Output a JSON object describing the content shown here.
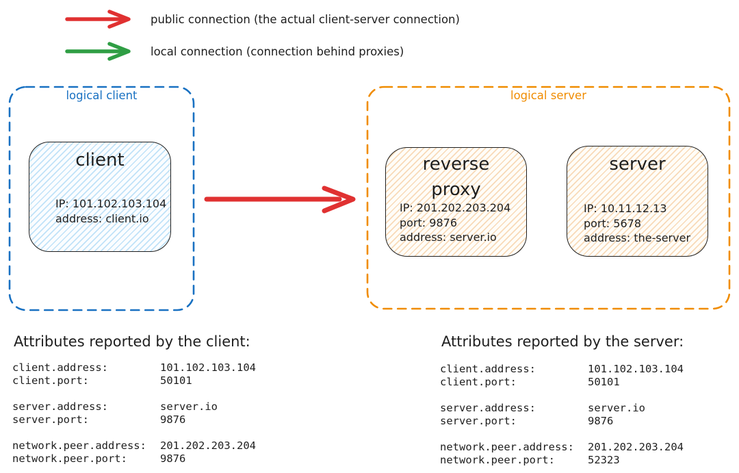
{
  "colors": {
    "public_connection": "#e03131",
    "local_connection": "#2f9e44",
    "logical_client_border": "#1971c2",
    "logical_server_border": "#f08c00",
    "node_stroke": "#1e1e1e"
  },
  "legend": {
    "items": [
      {
        "name": "public-connection",
        "arrow_color": "#e03131",
        "label": "public connection (the actual client-server connection)"
      },
      {
        "name": "local-connection",
        "arrow_color": "#2f9e44",
        "label": "local connection (connection behind proxies)"
      }
    ]
  },
  "diagram": {
    "client_group": {
      "label": "logical client",
      "client_node": {
        "title": "client",
        "lines": [
          "IP: 101.102.103.104",
          "address: client.io"
        ]
      }
    },
    "server_group": {
      "label": "logical server",
      "proxy_node": {
        "title": "reverse proxy",
        "lines": [
          "IP: 201.202.203.204",
          "port: 9876",
          "address: server.io"
        ]
      },
      "server_node": {
        "title": "server",
        "lines": [
          "IP: 10.11.12.13",
          "port: 5678",
          "address: the-server"
        ]
      }
    }
  },
  "attributes_client": {
    "heading": "Attributes reported by the client:",
    "groups": [
      [
        {
          "key": "client.address:",
          "value": "101.102.103.104"
        },
        {
          "key": "client.port:",
          "value": "50101"
        }
      ],
      [
        {
          "key": "server.address:",
          "value": "server.io"
        },
        {
          "key": "server.port:",
          "value": "9876"
        }
      ],
      [
        {
          "key": "network.peer.address:",
          "value": "201.202.203.204"
        },
        {
          "key": "network.peer.port:",
          "value": "9876"
        }
      ]
    ]
  },
  "attributes_server": {
    "heading": "Attributes reported by the server:",
    "groups": [
      [
        {
          "key": "client.address:",
          "value": "101.102.103.104"
        },
        {
          "key": "client.port:",
          "value": "50101"
        }
      ],
      [
        {
          "key": "server.address:",
          "value": "server.io"
        },
        {
          "key": "server.port:",
          "value": "9876"
        }
      ],
      [
        {
          "key": "network.peer.address:",
          "value": "201.202.203.204"
        },
        {
          "key": "network.peer.port:",
          "value": "52323"
        }
      ]
    ]
  }
}
